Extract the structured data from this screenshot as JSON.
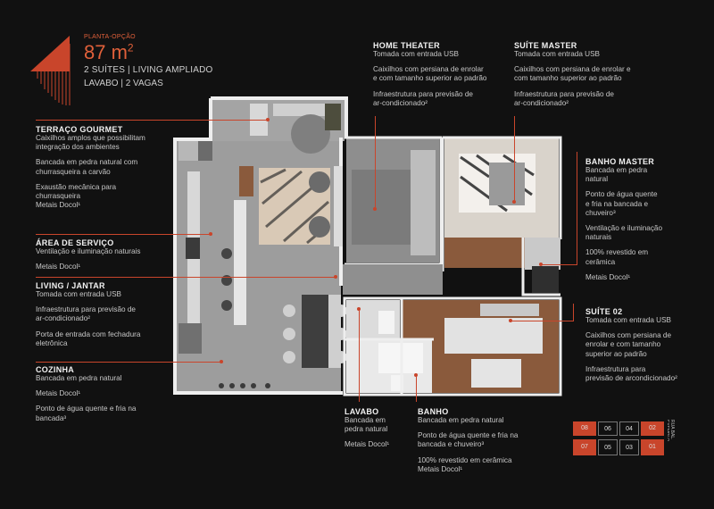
{
  "header": {
    "subtitle": "PLANTA-OPÇÃO",
    "area_value": "87 m",
    "area_sup": "2",
    "feature1": "2 SUÍTES | LIVING AMPLIADO",
    "feature2": "LAVABO | 2 VAGAS"
  },
  "sections": {
    "terraco": {
      "title": "TERRAÇO GOURMET",
      "lines": [
        "Caixilhos amplos que possibilitam",
        "integração dos ambientes",
        "Bancada em pedra natural com",
        "churrasqueira a carvão",
        "Exaustão mecânica para",
        "churrasqueira",
        "Metais Docol¹"
      ]
    },
    "servico": {
      "title": "ÁREA DE SERVIÇO",
      "lines": [
        "Ventilação e iluminação naturais",
        "Metais Docol¹"
      ]
    },
    "living": {
      "title": "LIVING / JANTAR",
      "lines": [
        "Tomada com entrada USB",
        "Infraestrutura para previsão de",
        "ar-condicionado²",
        "Porta de entrada com fechadura",
        "eletrônica"
      ]
    },
    "cozinha": {
      "title": "COZINHA",
      "lines": [
        "Bancada em pedra natural",
        "Metais Docol¹",
        "Ponto de água quente e fria na",
        "bancada³"
      ]
    },
    "home": {
      "title": "HOME THEATER",
      "lines": [
        "Tomada com entrada USB",
        "Caixilhos com persiana de enrolar",
        "e com tamanho superior ao padrão",
        "Infraestrutura para previsão de",
        "ar-condicionado²"
      ]
    },
    "suite_master": {
      "title": "SUÍTE MASTER",
      "lines": [
        "Tomada com entrada USB",
        "Caixilhos com persiana de enrolar e",
        "com tamanho superior ao padrão",
        "Infraestrutura para previsão de",
        "ar-condicionado²"
      ]
    },
    "banho_master": {
      "title": "BANHO MASTER",
      "lines": [
        "Bancada em pedra",
        "natural",
        "Ponto de água quente",
        "e fria na bancada e",
        "chuveiro³",
        "Ventilação e iluminação",
        "naturais",
        "100% revestido em",
        "cerâmica",
        "Metais Docol¹"
      ]
    },
    "suite02": {
      "title": "SUÍTE 02",
      "lines": [
        "Tomada com entrada USB",
        "Caixilhos com persiana de",
        "enrolar e com tamanho",
        "superior ao padrão",
        "Infraestrutura para",
        "previsão de arcondicionado²"
      ]
    },
    "lavabo": {
      "title": "LAVABO",
      "lines": [
        "Bancada em",
        "pedra natural",
        "Metais Docol¹"
      ]
    },
    "banho": {
      "title": "BANHO",
      "lines": [
        "Bancada em pedra natural",
        "Ponto de água quente e fria na",
        "bancada e chuveiro³",
        "100% revestido em cerâmica",
        "Metais Docol¹"
      ]
    }
  },
  "key_plan": {
    "units": [
      "08",
      "06",
      "04",
      "02",
      "07",
      "05",
      "03",
      "01"
    ],
    "highlight": [
      "08",
      "07",
      "02",
      "01"
    ],
    "side_label": "RUA BAL. EXEMPLO"
  },
  "colors": {
    "accent": "#c9452b",
    "background": "#111111",
    "floor": "#9a9a9a",
    "wood": "#8a5a3c"
  }
}
